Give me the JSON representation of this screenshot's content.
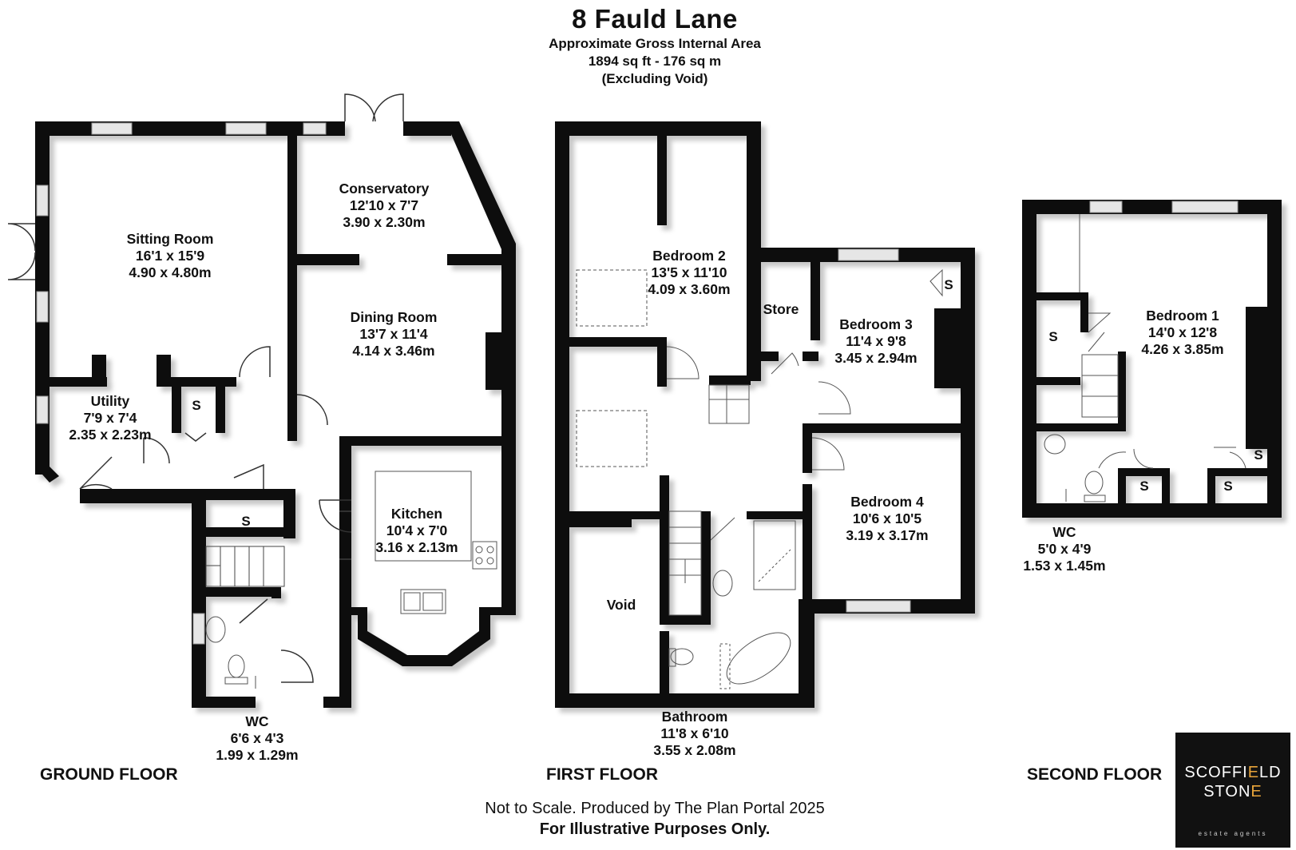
{
  "header": {
    "title": "8 Fauld Lane",
    "line1": "Approximate Gross Internal Area",
    "line2": "1894 sq ft - 176 sq m",
    "line3": "(Excluding Void)"
  },
  "rooms": {
    "sitting_room": {
      "name": "Sitting Room",
      "imperial": "16'1 x 15'9",
      "metric": "4.90 x 4.80m"
    },
    "conservatory": {
      "name": "Conservatory",
      "imperial": "12'10 x 7'7",
      "metric": "3.90 x 2.30m"
    },
    "dining_room": {
      "name": "Dining Room",
      "imperial": "13'7 x 11'4",
      "metric": "4.14 x 3.46m"
    },
    "utility": {
      "name": "Utility",
      "imperial": "7'9 x 7'4",
      "metric": "2.35 x 2.23m"
    },
    "kitchen": {
      "name": "Kitchen",
      "imperial": "10'4 x 7'0",
      "metric": "3.16 x 2.13m"
    },
    "wc_ground": {
      "name": "WC",
      "imperial": "6'6 x 4'3",
      "metric": "1.99 x 1.29m"
    },
    "bedroom2": {
      "name": "Bedroom 2",
      "imperial": "13'5 x 11'10",
      "metric": "4.09 x 3.60m"
    },
    "store": {
      "name": "Store"
    },
    "bedroom3": {
      "name": "Bedroom 3",
      "imperial": "11'4 x 9'8",
      "metric": "3.45 x 2.94m"
    },
    "bedroom4": {
      "name": "Bedroom 4",
      "imperial": "10'6 x 10'5",
      "metric": "3.19 x 3.17m"
    },
    "void": {
      "name": "Void"
    },
    "bathroom": {
      "name": "Bathroom",
      "imperial": "11'8 x 6'10",
      "metric": "3.55 x 2.08m"
    },
    "bedroom1": {
      "name": "Bedroom 1",
      "imperial": "14'0 x 12'8",
      "metric": "4.26 x 3.85m"
    },
    "wc_second": {
      "name": "WC",
      "imperial": "5'0 x 4'9",
      "metric": "1.53 x 1.45m"
    }
  },
  "store_marker": "S",
  "floors": {
    "ground": "GROUND FLOOR",
    "first": "FIRST FLOOR",
    "second": "SECOND FLOOR"
  },
  "footer": {
    "line1": "Not to Scale. Produced by The Plan Portal 2025",
    "line2": "For Illustrative Purposes Only."
  },
  "logo": {
    "line1_a": "SCOFFI",
    "line1_b": "E",
    "line1_c": "LD",
    "line2_a": "STON",
    "line2_b": "E",
    "tagline": "estate agents",
    "accent_color": "#e8a43a"
  },
  "colors": {
    "wall": "#111111",
    "window": "#d9d9d9",
    "shadow": "#cfcfcf"
  }
}
